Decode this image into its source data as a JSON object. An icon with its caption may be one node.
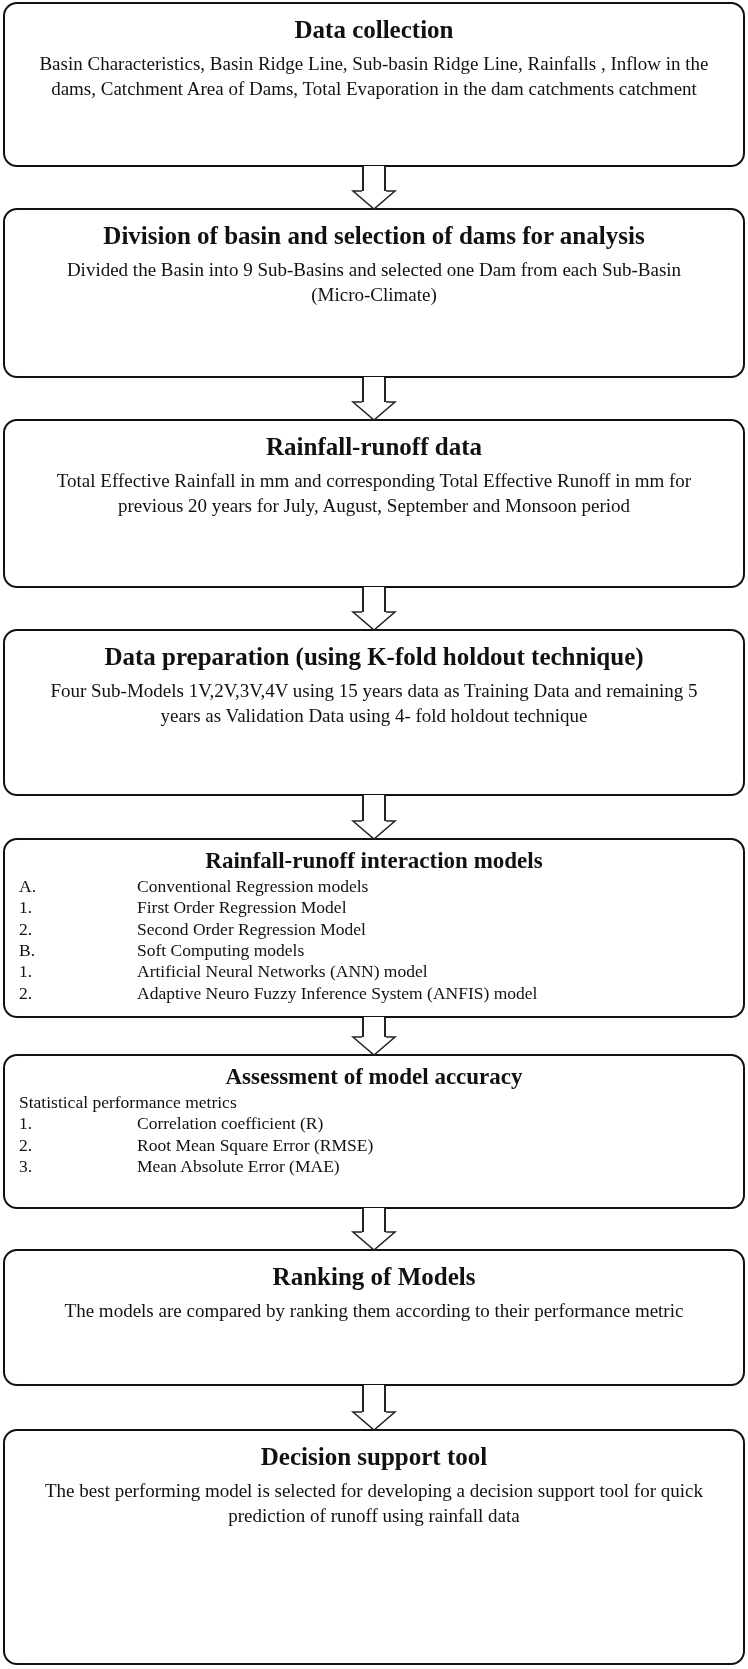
{
  "diagram": {
    "nodes": [
      {
        "text": [
          "Data collection",
          "Basin Characteristics, Basin Ridge Line, Sub-basin Ridge Line, Rainfalls , Inflow in the dams, Catchment Area of Dams, Total Evaporation in the dam catchments catchment"
        ]
      },
      {
        "text": [
          "Division of basin and selection of dams for analysis",
          "Divided the Basin into 9 Sub-Basins and selected one Dam from each Sub-Basin (Micro-Climate)"
        ]
      },
      {
        "text": [
          "Rainfall-runoff data",
          "Total Effective Rainfall in mm and corresponding Total Effective Runoff in mm for previous 20 years for July, August, September and Monsoon period"
        ]
      },
      {
        "text": [
          "Data preparation (using K-fold holdout technique)",
          "Four Sub-Models 1V,2V,3V,4V using 15 years data as Training Data and remaining 5 years as Validation Data using 4- fold holdout technique"
        ]
      },
      {
        "text": [
          "Rainfall-runoff interaction models",
          "A.",
          "Conventional Regression models",
          "1.",
          "First Order Regression Model",
          "2.",
          "Second Order Regression Model",
          "B.",
          "Soft Computing models",
          "1.",
          "Artificial Neural Networks (ANN) model",
          "2.",
          "Adaptive Neuro Fuzzy Inference System (ANFIS) model"
        ]
      },
      {
        "text": [
          "Assessment of model accuracy",
          "Statistical performance metrics",
          "1.",
          "Correlation coefficient (R)",
          "2.",
          "Root Mean Square Error (RMSE)",
          "3.",
          "Mean Absolute Error (MAE)"
        ]
      },
      {
        "text": [
          "Ranking of Models",
          "The models are compared by ranking them according to their performance metric"
        ]
      },
      {
        "text": [
          "Decision support tool",
          "The best performing model is selected for developing a decision support tool for quick prediction of runoff using rainfall data"
        ]
      }
    ],
    "edges": [
      {
        "from": 0,
        "to": 1,
        "arrow": "to"
      },
      {
        "from": 1,
        "to": 2,
        "arrow": "to"
      },
      {
        "from": 2,
        "to": 3,
        "arrow": "to"
      },
      {
        "from": 3,
        "to": 4,
        "arrow": "to"
      },
      {
        "from": 4,
        "to": 5,
        "arrow": "to"
      },
      {
        "from": 5,
        "to": 6,
        "arrow": "to"
      },
      {
        "from": 6,
        "to": 7,
        "arrow": "to"
      }
    ]
  }
}
